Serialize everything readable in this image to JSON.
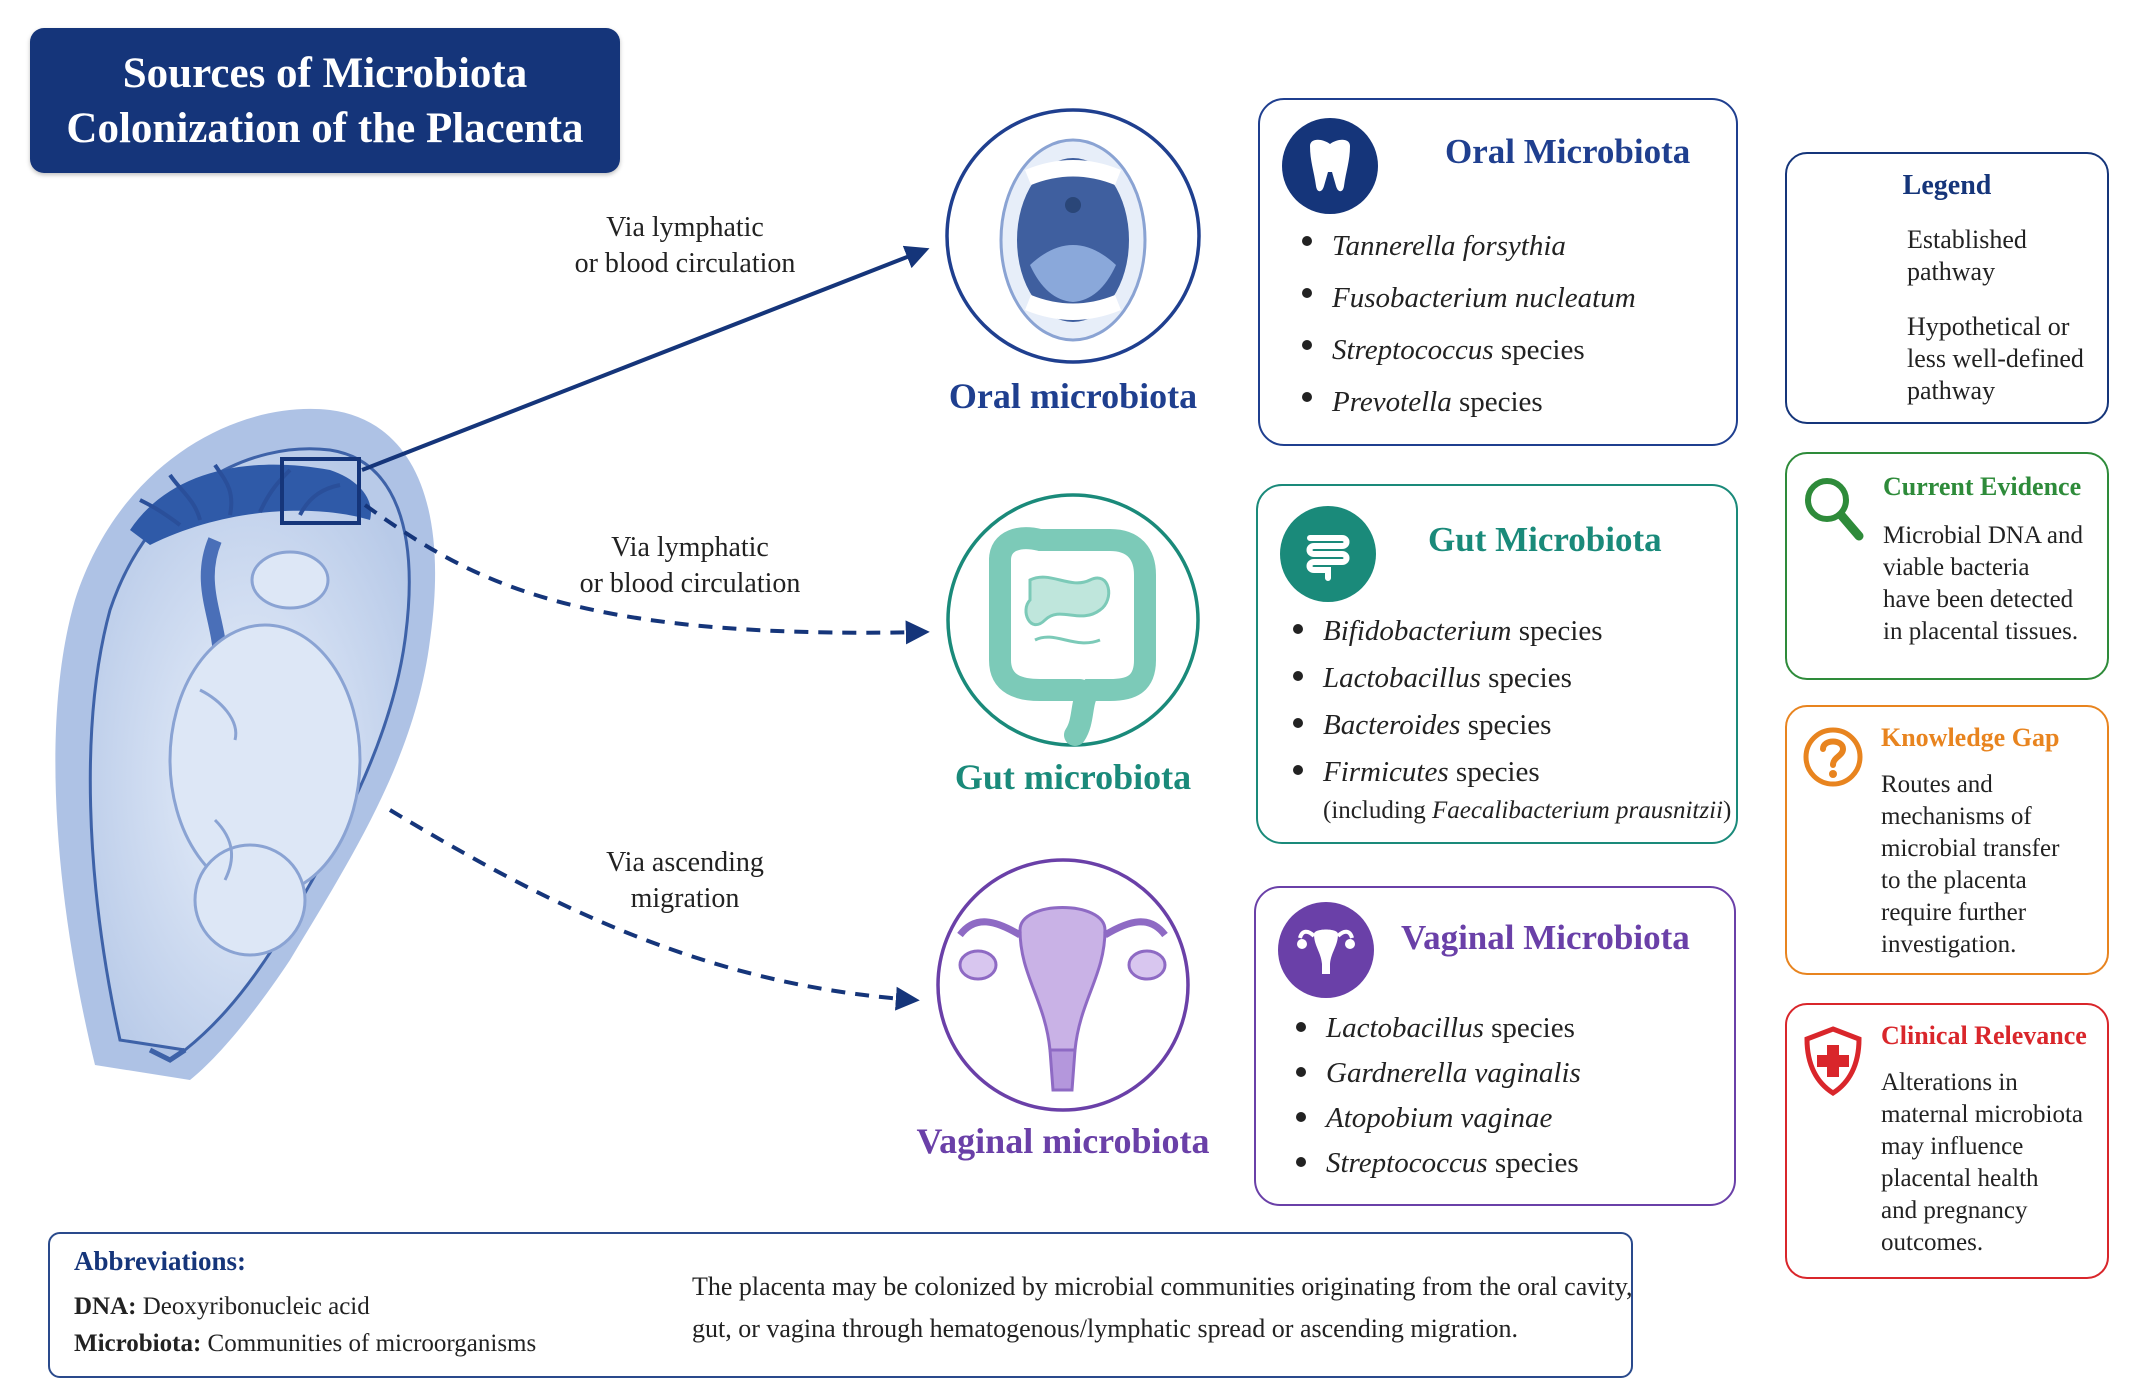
{
  "title": {
    "line1": "Sources of Microbiota",
    "line2": "Colonization of the Placenta"
  },
  "colors": {
    "navy": "#15357a",
    "oral": "#1f3f8f",
    "gut": "#1a8a7a",
    "vaginal": "#6a40a8",
    "evidence": "#2e8b3a",
    "gap": "#e8841f",
    "clinical": "#d9262b"
  },
  "pathways": [
    {
      "label_line1": "Via lymphatic",
      "label_line2": "or blood circulation",
      "type": "established",
      "target": "Oral microbiota"
    },
    {
      "label_line1": "Via lymphatic",
      "label_line2": "or blood circulation",
      "type": "hypothetical",
      "target": "Gut microbiota"
    },
    {
      "label_line1": "Via ascending",
      "label_line2": "migration",
      "type": "hypothetical",
      "target": "Vaginal microbiota"
    }
  ],
  "sources": {
    "oral": {
      "circle_label": "Oral microbiota",
      "icon": "mouth-icon"
    },
    "gut": {
      "circle_label": "Gut microbiota",
      "icon": "intestine-icon"
    },
    "vaginal": {
      "circle_label": "Vaginal microbiota",
      "icon": "uterus-icon"
    }
  },
  "boxes": {
    "oral": {
      "heading": "Oral Microbiota",
      "icon": "tooth-icon",
      "species": [
        {
          "italic": "Tannerella forsythia",
          "plain": ""
        },
        {
          "italic": "Fusobacterium nucleatum",
          "plain": ""
        },
        {
          "italic": "Streptococcus",
          "plain": " species"
        },
        {
          "italic": "Prevotella",
          "plain": " species"
        }
      ]
    },
    "gut": {
      "heading": "Gut Microbiota",
      "icon": "intestine-icon",
      "species": [
        {
          "italic": "Bifidobacterium",
          "plain": " species"
        },
        {
          "italic": "Lactobacillus",
          "plain": " species"
        },
        {
          "italic": "Bacteroides",
          "plain": " species"
        },
        {
          "italic": "Firmicutes",
          "plain": " species"
        }
      ],
      "sub_note_prefix": "(including ",
      "sub_note_italic": "Faecalibacterium prausnitzii",
      "sub_note_suffix": ")"
    },
    "vaginal": {
      "heading": "Vaginal Microbiota",
      "icon": "uterus-icon",
      "species": [
        {
          "italic": "Lactobacillus",
          "plain": " species"
        },
        {
          "italic": "Gardnerella vaginalis",
          "plain": ""
        },
        {
          "italic": "Atopobium vaginae",
          "plain": ""
        },
        {
          "italic": "Streptococcus",
          "plain": " species"
        }
      ]
    }
  },
  "legend": {
    "title": "Legend",
    "established_line1": "Established",
    "established_line2": "pathway",
    "hypothetical_line1": "Hypothetical or",
    "hypothetical_line2": "less well-defined",
    "hypothetical_line3": "pathway"
  },
  "evidence": {
    "heading": "Current Evidence",
    "icon": "magnifier-icon",
    "lines": [
      "Microbial DNA and",
      "viable bacteria",
      "have been detected",
      "in placental tissues."
    ]
  },
  "gap": {
    "heading": "Knowledge Gap",
    "icon": "question-icon",
    "lines": [
      "Routes and",
      "mechanisms of",
      "microbial transfer",
      "to the placenta",
      "require further",
      "investigation."
    ]
  },
  "clinical": {
    "heading": "Clinical Relevance",
    "icon": "shield-cross-icon",
    "lines": [
      "Alterations in",
      "maternal microbiota",
      "may influence",
      "placental health",
      "and pregnancy",
      "outcomes."
    ]
  },
  "abbreviations": {
    "heading": "Abbreviations:",
    "items": [
      {
        "term": "DNA:",
        "definition": " Deoxyribonucleic acid"
      },
      {
        "term": "Microbiota:",
        "definition": " Communities of microorganisms"
      }
    ]
  },
  "summary": {
    "line1": "The placenta may be colonized by microbial communities originating from the oral cavity,",
    "line2": "gut, or vagina through hematogenous/lymphatic spread or ascending migration."
  }
}
